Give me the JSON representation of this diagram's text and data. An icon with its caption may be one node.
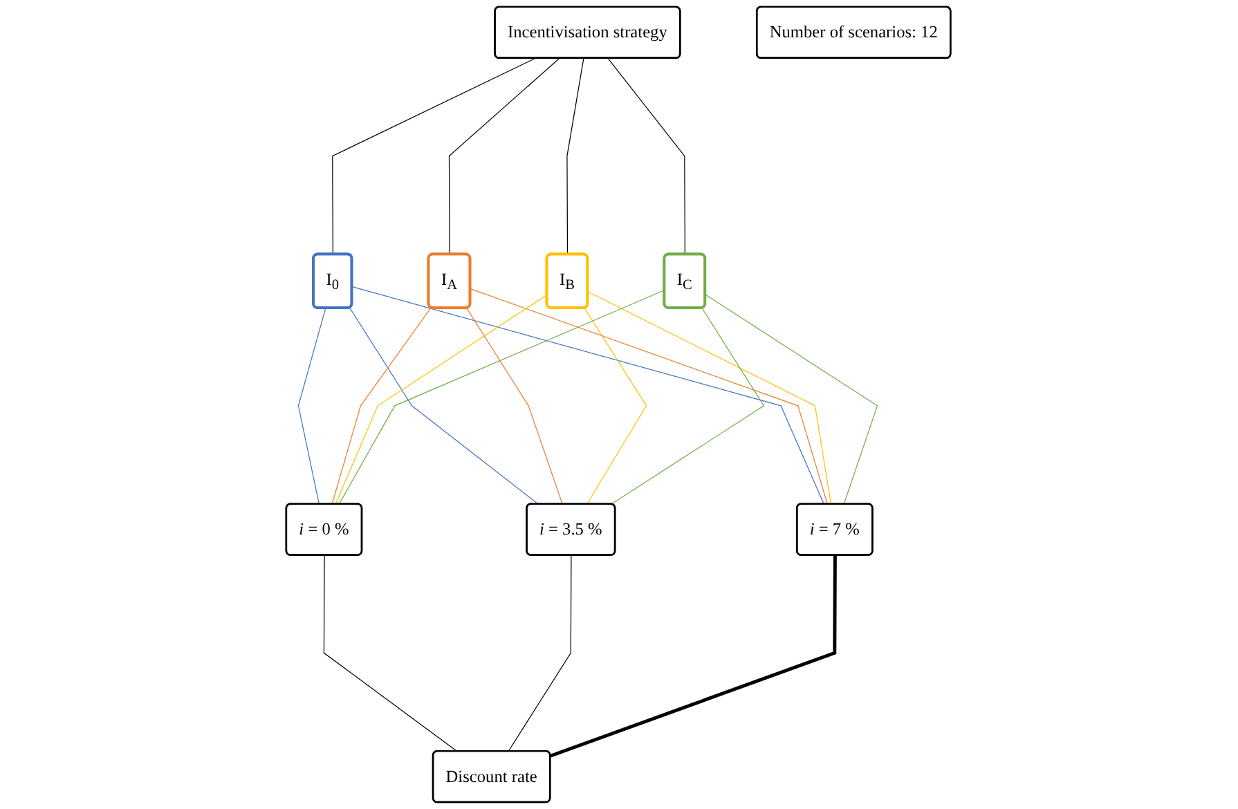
{
  "diagram": {
    "nodes": [
      {
        "text": [
          "Incentivisation strategy"
        ]
      },
      {
        "text": [
          "I$_{0}$"
        ]
      },
      {
        "text": [
          "I$_{A}$"
        ]
      },
      {
        "text": [
          "I$_{B}$"
        ]
      },
      {
        "text": [
          "I$_{C}$"
        ]
      },
      {
        "text": [
          "*i* = 0 %"
        ]
      },
      {
        "text": [
          "*i* = 3.5 %"
        ]
      },
      {
        "text": [
          "*i* = 7 %"
        ]
      },
      {
        "text": [
          "Discount rate"
        ]
      },
      {
        "text": [
          "Number of scenarios: 12"
        ]
      }
    ],
    "edges": [
      {
        "from": 0,
        "to": 1,
        "arrow": "none"
      },
      {
        "from": 0,
        "to": 2,
        "arrow": "none"
      },
      {
        "from": 0,
        "to": 3,
        "arrow": "none"
      },
      {
        "from": 0,
        "to": 4,
        "arrow": "none"
      },
      {
        "from": 1,
        "to": 5,
        "arrow": "none",
        "color": "#4472c4"
      },
      {
        "from": 1,
        "to": 6,
        "arrow": "none",
        "color": "#4472c4"
      },
      {
        "from": 1,
        "to": 7,
        "arrow": "none",
        "color": "#4472c4"
      },
      {
        "from": 2,
        "to": 5,
        "arrow": "none",
        "color": "#ed7d31"
      },
      {
        "from": 2,
        "to": 6,
        "arrow": "none",
        "color": "#ed7d31"
      },
      {
        "from": 2,
        "to": 7,
        "arrow": "none",
        "color": "#ed7d31"
      },
      {
        "from": 3,
        "to": 5,
        "arrow": "none",
        "color": "#ffc000"
      },
      {
        "from": 3,
        "to": 6,
        "arrow": "none",
        "color": "#ffc000"
      },
      {
        "from": 3,
        "to": 7,
        "arrow": "none",
        "color": "#ffc000"
      },
      {
        "from": 4,
        "to": 5,
        "arrow": "none",
        "color": "#70ad47"
      },
      {
        "from": 4,
        "to": 6,
        "arrow": "none",
        "color": "#70ad47"
      },
      {
        "from": 4,
        "to": 7,
        "arrow": "none",
        "color": "#70ad47"
      },
      {
        "from": 5,
        "to": 8,
        "arrow": "none"
      },
      {
        "from": 6,
        "to": 8,
        "arrow": "none"
      },
      {
        "from": 7,
        "to": 8,
        "arrow": "none",
        "style": "thick"
      }
    ]
  }
}
